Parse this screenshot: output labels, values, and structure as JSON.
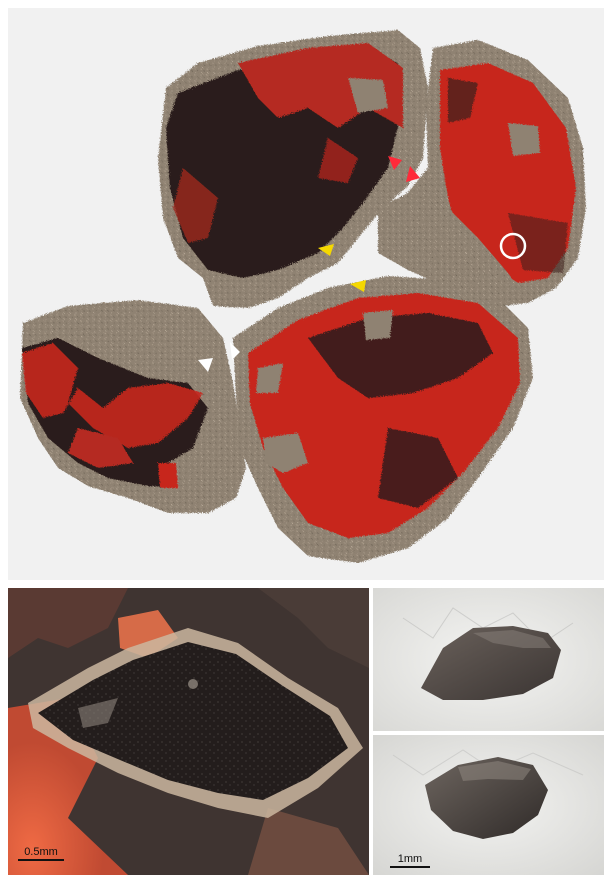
{
  "figure": {
    "top_panel": {
      "description_icon": "painted-pottery-sherds",
      "markers": [
        "circle-marker",
        "red-arrow",
        "yellow-arrow",
        "white-arrow"
      ]
    },
    "bottom_left_panel": {
      "scale_label": "0.5mm"
    },
    "bottom_right_panel": {
      "scale_label": "1mm"
    }
  },
  "colors": {
    "pigment_red": "#c7261e",
    "dark_coating": "#2b1e1a",
    "clay_body": "#8f8272",
    "background": "#f1f1f1",
    "marker_yellow": "#f5d800",
    "marker_red": "#ff2a3a",
    "marker_white": "#ffffff"
  }
}
